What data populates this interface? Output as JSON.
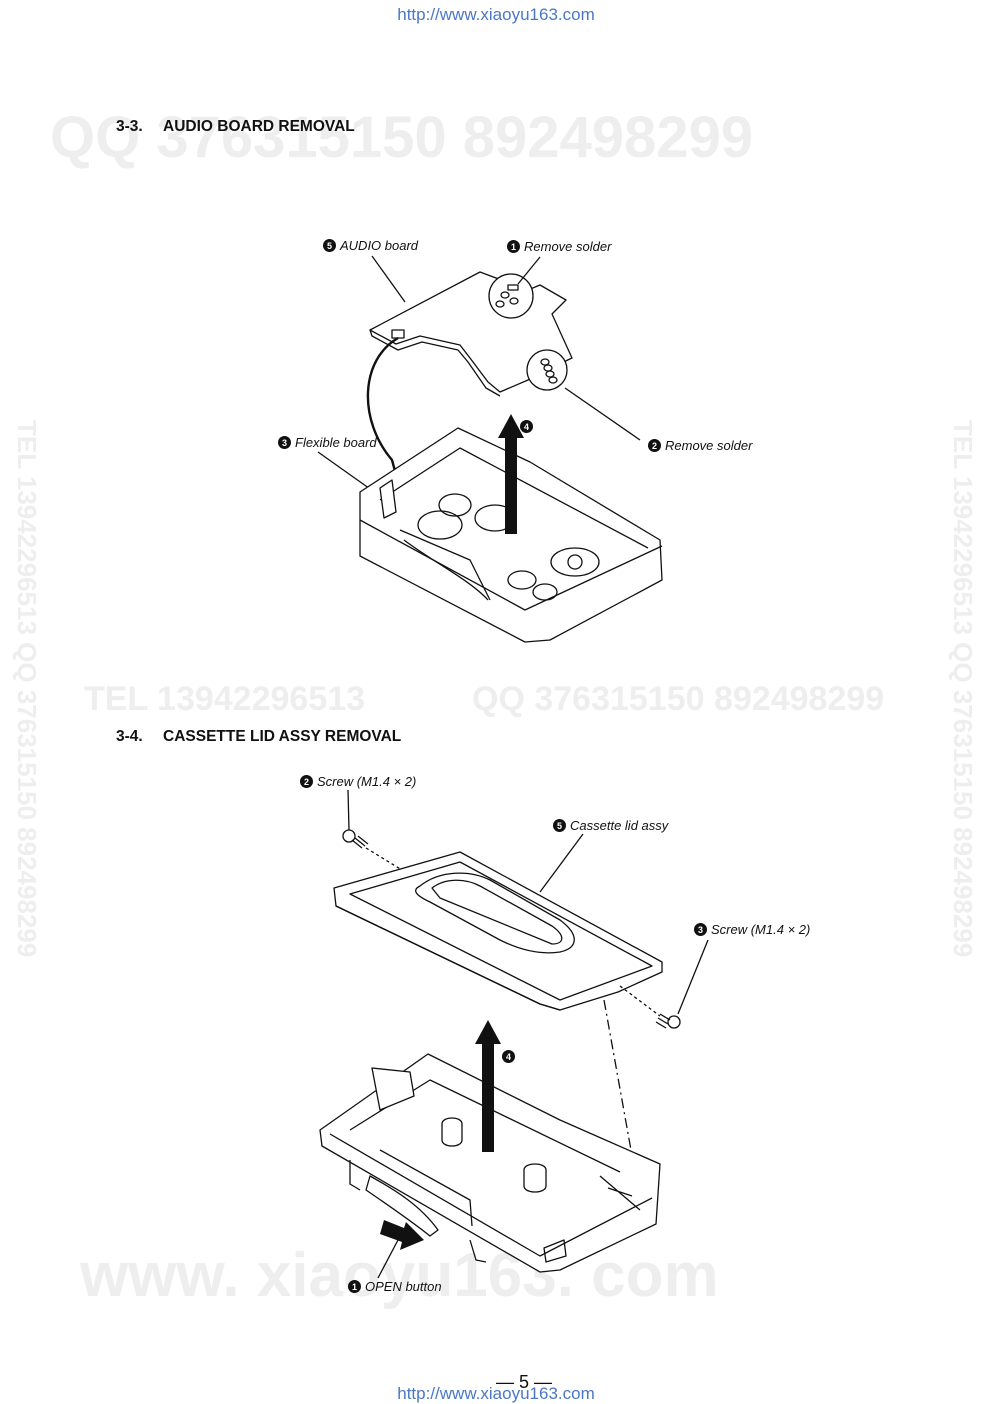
{
  "header": {
    "url_top": "http://www.xiaoyu163.com",
    "url_bottom": "http://www.xiaoyu163.com"
  },
  "watermarks": {
    "qq_top": "QQ 376315150   892498299",
    "tel_mid": "TEL 13942296513",
    "qq_mid": "QQ 376315150 892498299",
    "www_bottom": "www. xiaoyu163. com",
    "vertical_left": "TEL 13942296513 QQ 376315150 892498299",
    "vertical_right": "TEL 13942296513 QQ 376315150 892498299"
  },
  "section_audio": {
    "number": "3-3.",
    "title": "AUDIO BOARD REMOVAL",
    "labels": {
      "audio_board": {
        "badge": "5",
        "text": "AUDIO board"
      },
      "remove_solder_1": {
        "badge": "1",
        "text": "Remove solder"
      },
      "flexible_board": {
        "badge": "3",
        "text": "Flexible board"
      },
      "remove_solder_2": {
        "badge": "2",
        "text": "Remove solder"
      },
      "lift_arrow": {
        "badge": "4"
      }
    }
  },
  "section_lid": {
    "number": "3-4.",
    "title": "CASSETTE LID ASSY REMOVAL",
    "labels": {
      "screw_left": {
        "badge": "2",
        "text": "Screw (M1.4 × 2)"
      },
      "cassette_lid": {
        "badge": "5",
        "text": "Cassette lid assy"
      },
      "screw_right": {
        "badge": "3",
        "text": "Screw  (M1.4 × 2)"
      },
      "lift_arrow": {
        "badge": "4"
      },
      "open_button": {
        "badge": "1",
        "text": "OPEN button"
      }
    }
  },
  "footer": {
    "page_number": "— 5 —"
  }
}
